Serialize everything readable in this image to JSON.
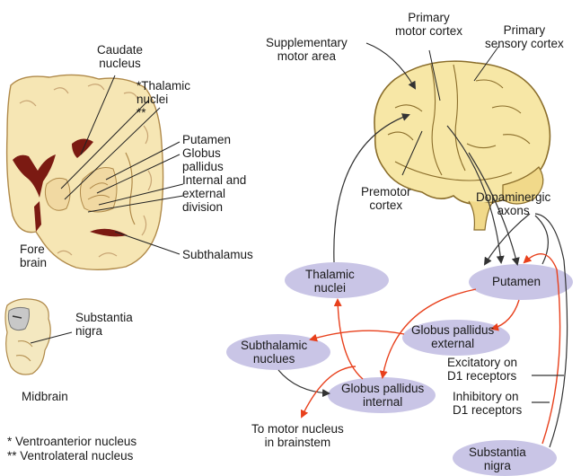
{
  "colors": {
    "nucleus_fill": "#c9c5e6",
    "excitatory_arrow": "#e8401c",
    "inhibitory_arrow": "#333333",
    "brain_fill": "#f7e7a6",
    "brain_outline": "#8a6d2a",
    "forebrain_fill": "#f6e6b4",
    "ventricle_fill": "#7b1a12",
    "midbrain_fill": "#f4e8c0"
  },
  "labels": {
    "caudate": "Caudate\nnucleus",
    "thalamic_nuclei_note": "*Thalamic\nnuclei\n**",
    "putamen_gp": "Putamen\nGlobus\npallidus\nInternal and\nexternal\ndivision",
    "fore_brain": "Fore\nbrain",
    "subthalamus": "Subthalamus",
    "substantia_nigra_side": "Substantia\nnigra",
    "midbrain": "Midbrain",
    "footnote_1": "* Ventroanterior nucleus",
    "footnote_2": "** Ventrolateral nucleus",
    "supplementary_motor": "Supplementary\nmotor area",
    "primary_motor": "Primary\nmotor cortex",
    "primary_sensory": "Primary\nsensory cortex",
    "premotor": "Premotor\ncortex",
    "dopaminergic": "Dopaminergic\naxons",
    "thalamic_nuclei": "Thalamic\nnuclei",
    "putamen": "Putamen",
    "gp_external": "Globus pallidus\nexternal",
    "subthalamic": "Subthalamic\nnuclues",
    "gp_internal": "Globus pallidus\ninternal",
    "excitatory": "Excitatory on\nD1 receptors",
    "inhibitory": "Inhibitory on\nD1 receptors",
    "to_motor": "To motor nucleus\nin brainstem",
    "substantia_nigra": "Substantia\nnigra"
  }
}
